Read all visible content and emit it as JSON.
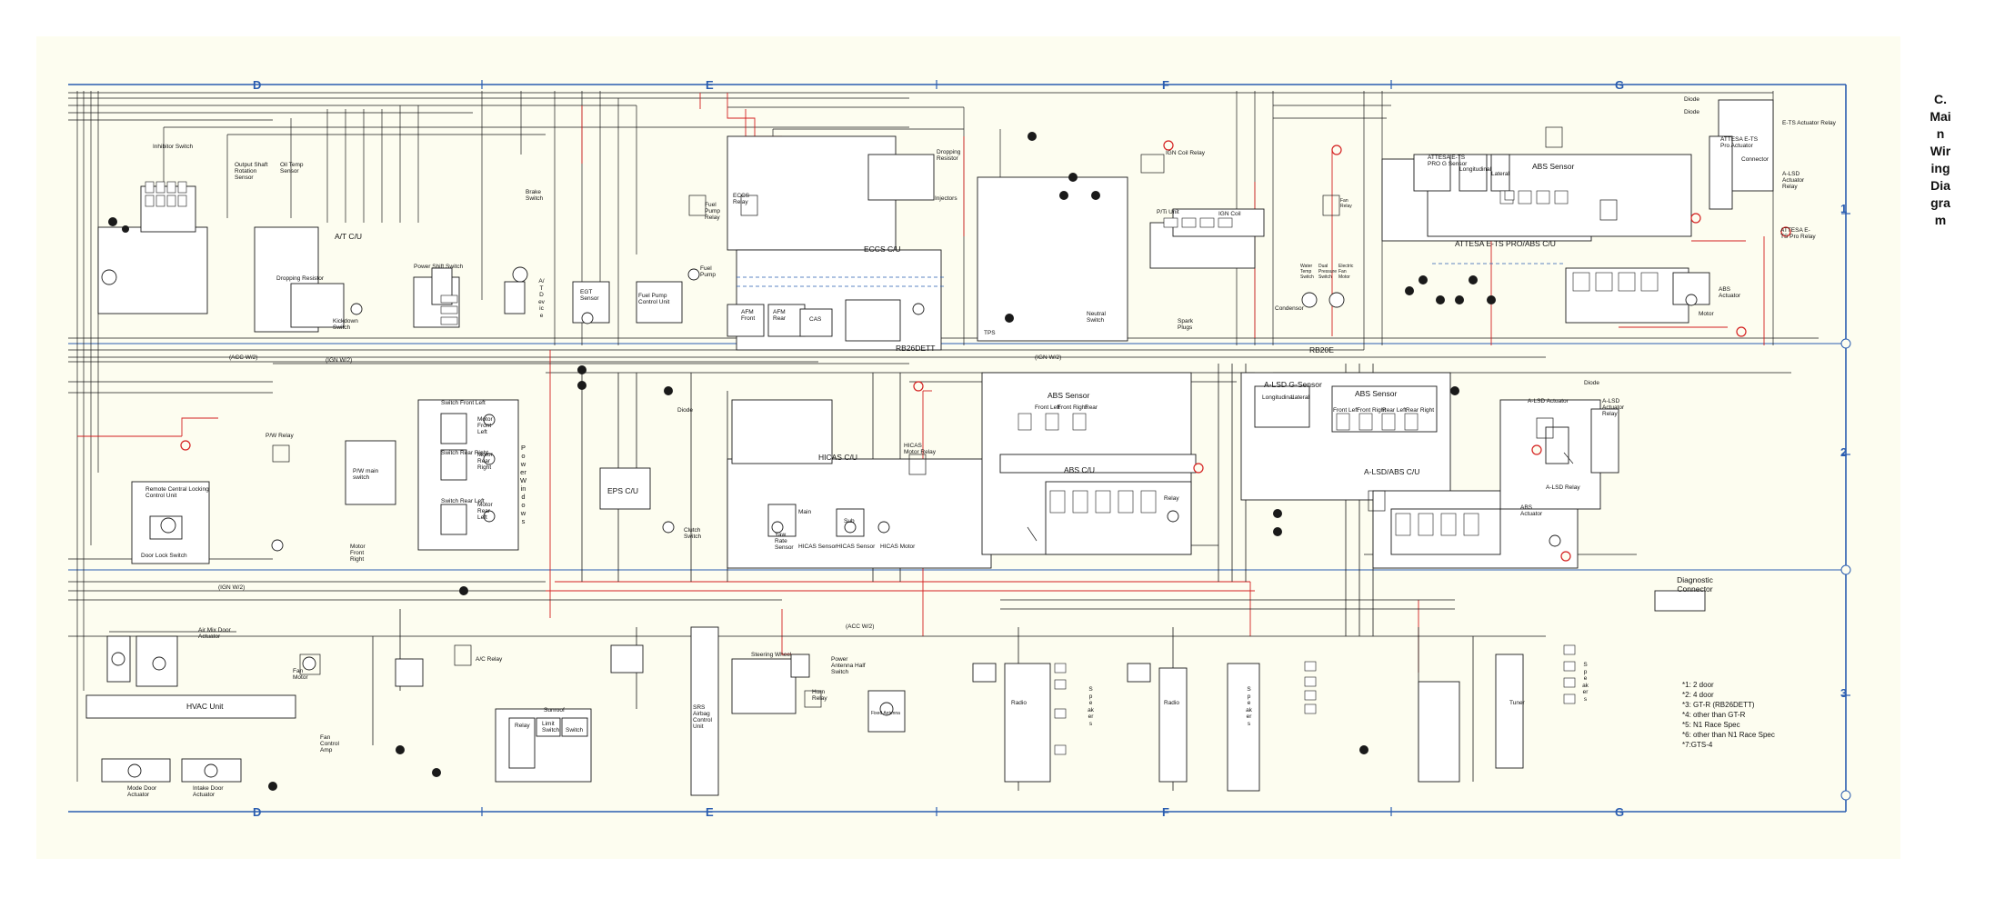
{
  "title": "C. Main Wiring Diagram",
  "zones": [
    "D",
    "E",
    "F",
    "G"
  ],
  "rows": [
    "1",
    "2",
    "3"
  ],
  "components": {
    "inhibitor_switch": "Inhibitor Switch",
    "output_shaft_rotation_sensor": "Output Shaft Rotation Sensor",
    "oil_temp_sensor": "Oil Temp Sensor",
    "at_cu": "A/T C/U",
    "dropping_resistor": "Dropping Resistor",
    "power_shift_switch": "Power Shift Switch",
    "kickdown_switch": "Kickdown Switch",
    "brake_switch": "Brake Switch",
    "at_device": "A/T Device",
    "egt_sensor": "EGT Sensor",
    "fuel_pump_control_unit": "Fuel Pump Control Unit",
    "fuel_pump_relay": "Fuel Pump Relay",
    "eccs_relay": "ECCS Relay",
    "fuel_pump": "Fuel Pump",
    "eccs_cu": "ECCS C/U",
    "afm_front": "AFM Front",
    "afm_rear": "AFM Rear",
    "cas": "CAS",
    "tps": "TPS",
    "rb26dett": "RB26DETT",
    "dropping_resistor_2": "Dropping Resistor",
    "injectors": "Injectors",
    "neutral_switch": "Neutral Switch",
    "ign_coil_relay": "IGN Coil Relay",
    "pti_unit": "P/Ti Unit",
    "ign_coil": "IGN Coil",
    "spark_plugs": "Spark Plugs",
    "water_temp_switch": "Water Temp Switch",
    "dual_pressure_switch": "Dual Pressure Switch",
    "electric_fan_motor": "Electric Fan Motor",
    "fan_relay": "Fan Relay",
    "condensor": "Condensor",
    "rb20e": "RB20E",
    "abs_sensor": "ABS Sensor",
    "g_sensor": "G Sensor",
    "attessa_ets_pro_g_sensor": "ATTESA E-TS PRO G Sensor",
    "abs_sensor_label": "ABS Sensor",
    "longitudinal": "Longitudinal",
    "lateral": "Lateral",
    "attessa_ets_pro_abs_cu": "ATTESA E-TS PRO/ABS C/U",
    "abs_actuator": "ABS Actuator",
    "motor": "Motor",
    "diode": "Diode",
    "diode_2": "Diode",
    "ets_actuator_relay": "E-TS Actuator Relay",
    "attessa_ets_pro_actuator": "ATTESA E-TS Pro Actuator",
    "attessa_ets_pro_relay": "ATTESA E-TS Pro Relay",
    "connector": "Connector",
    "alsd_actuator_relay": "A-LSD Actuator Relay",
    "p_w_relay": "P/W Relay",
    "pw_main_switch": "P/W main switch",
    "remote_central_locking": "Remote Central Locking Control Unit",
    "door_lock_switch": "Door Lock Switch",
    "switch_front_left": "Switch Front Left",
    "motor_front_left": "Motor Front Left",
    "switch_rear_right": "Switch Rear Right",
    "motor_rear_right": "Motor Rear Right",
    "switch_rear_left": "Switch Rear Left",
    "motor_rear_left": "Motor Rear Left",
    "motor_front_right": "Motor Front Right",
    "power_windows": "Power Windows",
    "hicas_cu": "HICAS C/U",
    "diode_3": "Diode",
    "clutch_switch": "Clutch Switch",
    "eps_cu": "EPS C/U",
    "hicas_motor_relay": "HICAS Motor Relay",
    "yaw_rate_sensor": "Yaw Rate Sensor",
    "hicas_sensor_main": "HICAS Sensor",
    "hicas_sensor_sub": "HICAS Sensor",
    "hicas_motor": "HICAS Motor",
    "main": "Main",
    "sub": "Sub",
    "abs_sensor_2": "ABS Sensor",
    "abs_cu": "ABS C/U",
    "front_left": "Front Left",
    "front_right": "Front Right",
    "rear": "Rear",
    "relay": "Relay",
    "alsd_g_sensor": "A-LSD G-Sensor",
    "abs_sensor_3": "ABS Sensor",
    "longitudinal_2": "Longitudinal",
    "lateral_2": "Lateral",
    "front_left_2": "Front Left",
    "front_right_2": "Front Right",
    "rear_left": "Rear Left",
    "rear_right": "Rear Right",
    "alsd_abs_cu": "A-LSD/ABS C/U",
    "diode_4": "Diode",
    "alsd_actuator": "A-LSD Actuator",
    "alsd_actuator_relay_2": "A-LSD Actuator Relay",
    "alsd_relay": "A-LSD Relay",
    "abs_actuator_2": "ABS Actuator",
    "air_mix_door_actuator": "Air Mix Door Actuator",
    "intake_door_actuator": "Intake Door Actuator",
    "mode_door_actuator": "Mode Door Actuator",
    "fan_motor": "Fan Motor",
    "fan_control_amp": "Fan Control Amp",
    "hvac_unit": "HVAC Unit",
    "ac_relay": "A/C Relay",
    "sunroof": "Sunroof",
    "sunroof_relay": "Relay",
    "limit_switch": "Limit Switch",
    "sunroof_switch": "Switch",
    "srs_airbag_cu": "SRS Airbag Control Unit",
    "steering_wheel": "Steering Wheel",
    "horn_relay": "Horn Relay",
    "power_antenna_half_switch": "Power Antenna Half Switch",
    "fixed_antenna": "Fixed Antenna",
    "radio": "Radio",
    "radio_2": "Radio",
    "tuner": "Tuner",
    "diagnostic_connector": "Diagnostic Connector",
    "speakers": "Speakers"
  },
  "bus_labels": {
    "acc_top": "(ACC W/2)",
    "ign_top": "(IGN W/2)",
    "ign_mid": "(IGN W/2)",
    "acc_mid": "(ACC W/2)",
    "ign_low": "(IGN W/2)"
  },
  "notes": [
    "*1: 2 door",
    "*2: 4 door",
    "*3: GT-R (RB26DETT)",
    "*4: other than GT-R",
    "*5: N1 Race Spec",
    "*6: other than N1 Race Spec",
    "*7:GTS-4"
  ],
  "colors": {
    "border_blue": "#2a5db0",
    "wire_black": "#1a1a1a",
    "wire_red": "#d42020",
    "sheet": "#fdfdf0",
    "box_fill": "#ffffff"
  }
}
